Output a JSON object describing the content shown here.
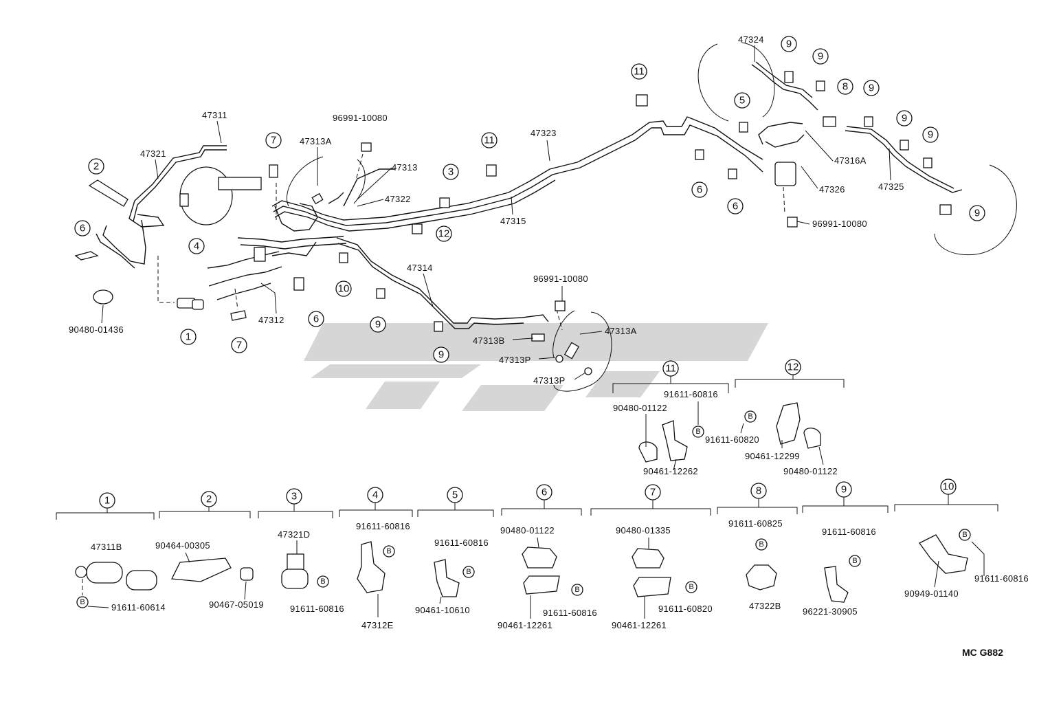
{
  "diagram": {
    "code": "MC G882",
    "watermark_color": "#b5b5b5",
    "line_color": "#111111"
  },
  "labels": {
    "p47311": "47311",
    "p47321": "47321",
    "p96991_a": "96991-10080",
    "p47313A_a": "47313A",
    "p47313": "47313",
    "p47322": "47322",
    "p47323": "47323",
    "p47315": "47315",
    "p47324": "47324",
    "p47316A": "47316A",
    "p47326": "47326",
    "p47325": "47325",
    "p96991_b": "96991-10080",
    "p90480_01436": "90480-01436",
    "p47312": "47312",
    "p47314": "47314",
    "p96991_c": "96991-10080",
    "p47313A_b": "47313A",
    "p47313B": "47313B",
    "p47313P_a": "47313P",
    "p47313P_b": "47313P"
  },
  "callouts": [
    "1",
    "2",
    "3",
    "4",
    "5",
    "6",
    "7",
    "8",
    "9",
    "10",
    "11",
    "12"
  ],
  "bolt_mark": "B",
  "groups": {
    "g11": {
      "num": "11",
      "parts": [
        "91611-60816",
        "90480-01122",
        "90461-12262"
      ]
    },
    "g12": {
      "num": "12",
      "parts": [
        "91611-60820",
        "90461-12299",
        "90480-01122"
      ]
    },
    "g1": {
      "num": "1",
      "parts": [
        "47311B",
        "91611-60614"
      ]
    },
    "g2": {
      "num": "2",
      "parts": [
        "90464-00305",
        "90467-05019"
      ]
    },
    "g3": {
      "num": "3",
      "parts": [
        "47321D",
        "91611-60816"
      ]
    },
    "g4": {
      "num": "4",
      "parts": [
        "91611-60816",
        "47312E"
      ]
    },
    "g5": {
      "num": "5",
      "parts": [
        "91611-60816",
        "90461-10610"
      ]
    },
    "g6": {
      "num": "6",
      "parts": [
        "90480-01122",
        "91611-60816",
        "90461-12261"
      ]
    },
    "g7": {
      "num": "7",
      "parts": [
        "90480-01335",
        "91611-60820",
        "90461-12261"
      ]
    },
    "g8": {
      "num": "8",
      "parts": [
        "91611-60825",
        "47322B"
      ]
    },
    "g9": {
      "num": "9",
      "parts": [
        "91611-60816",
        "96221-30905"
      ]
    },
    "g10": {
      "num": "10",
      "parts": [
        "91611-60816",
        "90949-01140"
      ]
    }
  }
}
